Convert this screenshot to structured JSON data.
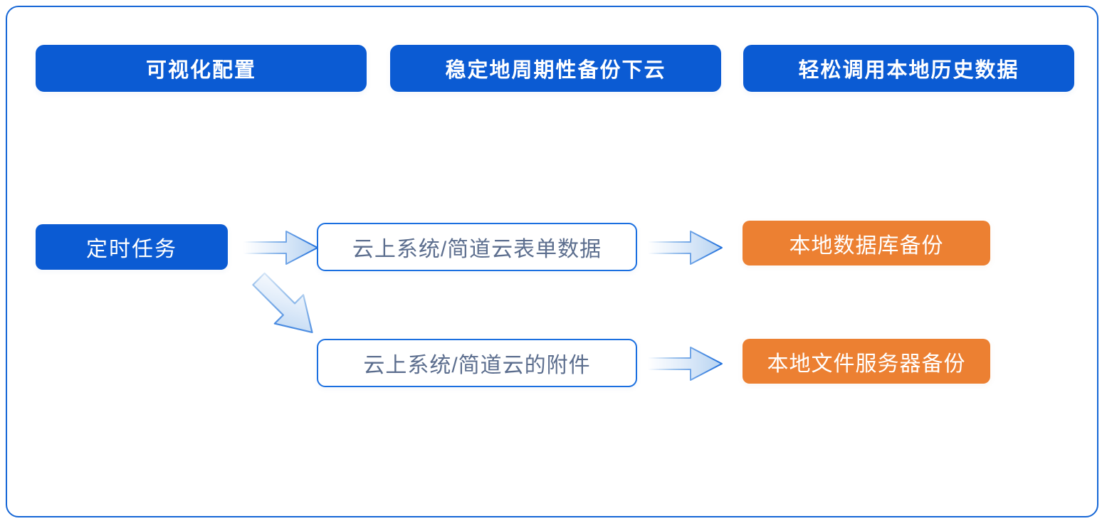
{
  "diagram": {
    "title_pills": [
      {
        "id": "visual-config",
        "label": "可视化配置"
      },
      {
        "id": "periodic-backup",
        "label": "稳定地周期性备份下云"
      },
      {
        "id": "local-history",
        "label": "轻松调用本地历史数据"
      }
    ],
    "trigger": {
      "id": "scheduled-task",
      "label": "定时任务"
    },
    "sources": [
      {
        "id": "cloud-form-data",
        "label": "云上系统/简道云表单数据"
      },
      {
        "id": "cloud-attachments",
        "label": "云上系统/简道云的附件"
      }
    ],
    "targets": [
      {
        "id": "local-database-backup",
        "label": "本地数据库备份"
      },
      {
        "id": "local-fileserver-backup",
        "label": "本地文件服务器备份"
      }
    ],
    "arrows": [
      {
        "id": "trigger-to-form",
        "direction": "right"
      },
      {
        "id": "trigger-to-attachments",
        "direction": "down-right"
      },
      {
        "id": "form-to-database",
        "direction": "right"
      },
      {
        "id": "attachments-to-files",
        "direction": "right"
      }
    ],
    "colors": {
      "brand_blue": "#0B5BD3",
      "frame_border": "#1566D6",
      "node_border": "#1A6FE0",
      "node_text": "#5C6E8E",
      "accent_orange": "#EC8032",
      "arrow_fill_light": "#FFFFFF",
      "arrow_fill_dark": "#BBD6F2",
      "arrow_stroke": "#2E7BE0",
      "background": "#FFFFFF"
    }
  }
}
